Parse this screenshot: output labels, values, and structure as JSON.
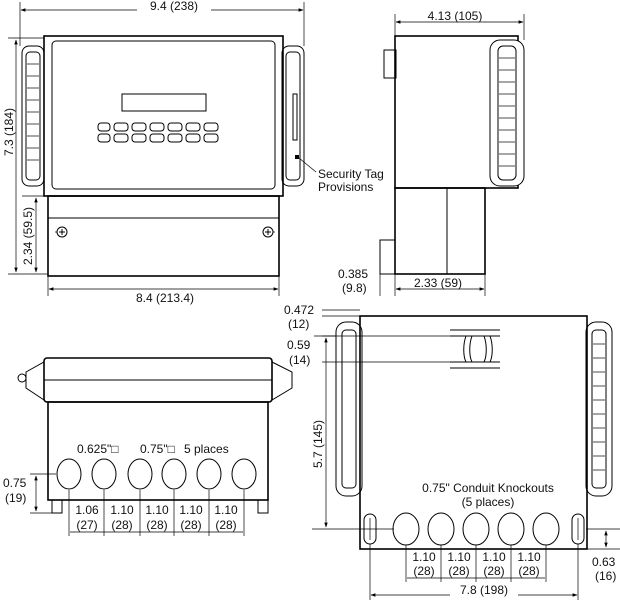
{
  "front_view": {
    "width_label": "9.4 (238)",
    "height_label": "7.3 (184)",
    "lower_height_label": "2.34 (59.5)",
    "base_width_label": "8.4 (213.4)",
    "security_label_1": "Security Tag",
    "security_label_2": "Provisions"
  },
  "side_view": {
    "depth_label": "4.13 (105)",
    "offset_label_1": "0.385",
    "offset_label_2": "(9.8)",
    "bottom_depth_label": "2.33 (59)"
  },
  "bottom_view": {
    "hole_label_1": "0.625\"□",
    "hole_label_2": "0.75\"□",
    "places_label": "5 places",
    "height_label_1": "0.75",
    "height_label_2": "(19)",
    "spacing": [
      {
        "top": "1.06",
        "bottom": "(27)"
      },
      {
        "top": "1.10",
        "bottom": "(28)"
      },
      {
        "top": "1.10",
        "bottom": "(28)"
      },
      {
        "top": "1.10",
        "bottom": "(28)"
      },
      {
        "top": "1.10",
        "bottom": "(28)"
      }
    ]
  },
  "back_view": {
    "dim_0472_1": "0.472",
    "dim_0472_2": "(12)",
    "dim_059_1": "0.59",
    "dim_059_2": "(14)",
    "height_label": "5.7 (145)",
    "knockout_label_1": "0.75\" Conduit Knockouts",
    "knockout_label_2": "(5 places)",
    "right_label_1": "0.63",
    "right_label_2": "(16)",
    "width_label": "7.8 (198)",
    "spacing": [
      {
        "top": "1.10",
        "bottom": "(28)"
      },
      {
        "top": "1.10",
        "bottom": "(28)"
      },
      {
        "top": "1.10",
        "bottom": "(28)"
      },
      {
        "top": "1.10",
        "bottom": "(28)"
      }
    ]
  }
}
